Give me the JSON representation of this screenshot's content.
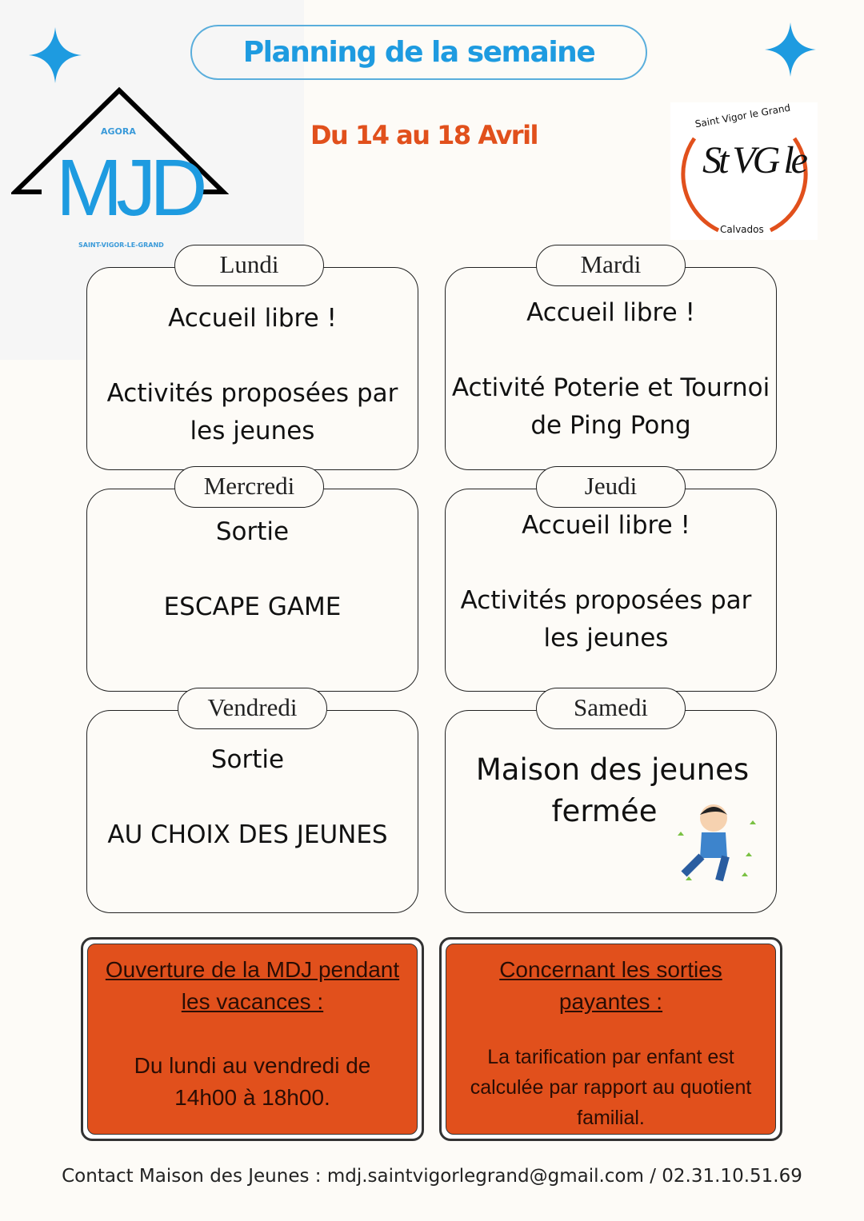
{
  "header": {
    "title": "Planning de la semaine",
    "dates": "Du 14 au 18 Avril"
  },
  "logos": {
    "mjd": {
      "top": "AGORA",
      "letters": "MJD",
      "bottom": "SAINT-VIGOR-LE-GRAND"
    },
    "svg": {
      "top": "Saint Vigor le Grand",
      "letters": "St VG le",
      "bottom": "Calvados"
    }
  },
  "days": [
    {
      "name": "Lundi",
      "lines": [
        "Accueil libre !",
        "",
        "Activités proposées par",
        "les jeunes"
      ]
    },
    {
      "name": "Mardi",
      "lines": [
        "Accueil libre !",
        "",
        "Activité Poterie et Tournoi",
        "de Ping Pong"
      ]
    },
    {
      "name": "Mercredi",
      "lines": [
        "Sortie",
        "",
        "ESCAPE GAME"
      ]
    },
    {
      "name": "Jeudi",
      "lines": [
        "Accueil libre !",
        "",
        "Activités proposées par",
        "les jeunes"
      ]
    },
    {
      "name": "Vendredi",
      "lines": [
        "Sortie",
        "",
        "AU CHOIX DES JEUNES"
      ]
    },
    {
      "name": "Samedi",
      "lines": [
        "Maison des jeunes",
        "fermée"
      ]
    }
  ],
  "info": [
    {
      "heading": [
        "Ouverture de la MDJ pendant",
        "les vacances :"
      ],
      "body": [
        "Du lundi au vendredi de",
        "14h00 à 18h00."
      ]
    },
    {
      "heading": [
        "Concernant les sorties",
        "payantes :"
      ],
      "body": [
        "La tarification par enfant est",
        "calculée par rapport au quotient",
        "familial."
      ]
    }
  ],
  "footer": {
    "contact": "Contact Maison des Jeunes : mdj.saintvigorlegrand@gmail.com / 02.31.10.51.69"
  },
  "colors": {
    "blue": "#1e9be0",
    "orange": "#e1501c"
  }
}
